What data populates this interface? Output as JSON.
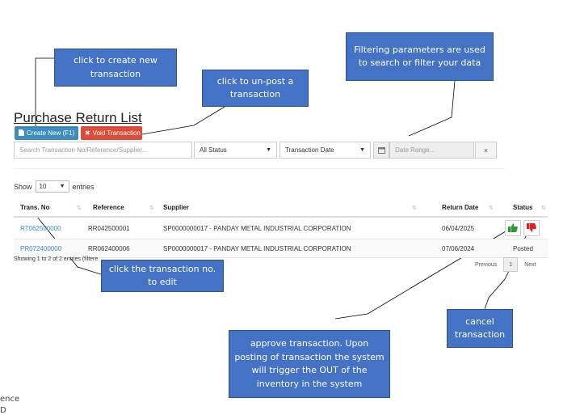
{
  "page": {
    "title": "Purchase Return List"
  },
  "toolbar": {
    "create_label": "Create New (F1)",
    "void_label": "Void Transaction"
  },
  "filters": {
    "search_placeholder": "Search Transaction No/Reference/Supplier...",
    "status_value": "All Status",
    "date_field_value": "Transaction Date",
    "date_range_placeholder": "Date Range...",
    "clear_label": "×"
  },
  "entries": {
    "show_label": "Show",
    "value": "10",
    "entries_label": "entries"
  },
  "table": {
    "headers": {
      "trans_no": "Trans. No",
      "reference": "Reference",
      "supplier": "Supplier",
      "return_date": "Return Date",
      "status": "Status"
    },
    "rows": [
      {
        "trans_no": "RT062500000",
        "reference": "RR042500001",
        "supplier": "SP0000000017 - PANDAY METAL INDUSTRIAL CORPORATION",
        "return_date": "06/04/2025",
        "status": ""
      },
      {
        "trans_no": "PR072400000",
        "reference": "RR062400006",
        "supplier": "SP0000000017 - PANDAY METAL INDUSTRIAL CORPORATION",
        "return_date": "07/06/2024",
        "status": "Posted"
      }
    ]
  },
  "footer": {
    "showing": "Showing 1 to 2 of 2 entries (filtere",
    "previous": "Previous",
    "page": "1",
    "next": "Next"
  },
  "callouts": {
    "create": "click to create new transaction",
    "void": "click to un-post a transaction",
    "filter": "Filtering parameters are used to search or filter your data",
    "edit": "click the transaction no. to edit",
    "approve": "approve transaction. Upon posting of transaction the system will trigger the OUT of the inventory in the system",
    "cancel": "cancel transaction"
  },
  "stray_text": {
    "line1": "ence",
    "line2": "D"
  },
  "colors": {
    "primary": "#3c8dbc",
    "danger": "#dd4b39",
    "callout": "#4472c4",
    "approve_icon": "#2e9b2e",
    "cancel_icon": "#e02020"
  },
  "icons": {
    "create": "file-icon",
    "void": "times-icon",
    "calendar": "calendar-icon",
    "approve": "thumbs-up-icon",
    "cancel": "thumbs-down-icon"
  }
}
